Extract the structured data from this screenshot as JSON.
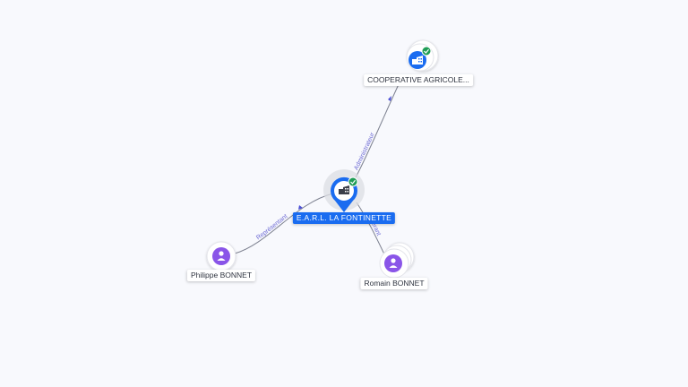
{
  "nodes": {
    "main": {
      "label": "E.A.R.L. LA FONTINETTE",
      "type": "company",
      "verified": true
    },
    "coop": {
      "label": "COOPERATIVE AGRICOLE...",
      "type": "company",
      "verified": true
    },
    "philippe": {
      "label": "Philippe BONNET",
      "type": "person"
    },
    "romain": {
      "label": "Romain BONNET",
      "type": "person"
    }
  },
  "edges": {
    "main_coop": {
      "label": "Administrateur"
    },
    "main_philippe": {
      "label": "Représentant"
    },
    "main_romain": {
      "label": "Gérant"
    }
  },
  "colors": {
    "company": "#1a6cf0",
    "person": "#8a55e8",
    "verified": "#1f9d55",
    "edge_label": "#6d6ad4"
  },
  "icons": {
    "company": "building-icon",
    "person": "person-icon",
    "verified": "check-badge-icon"
  }
}
